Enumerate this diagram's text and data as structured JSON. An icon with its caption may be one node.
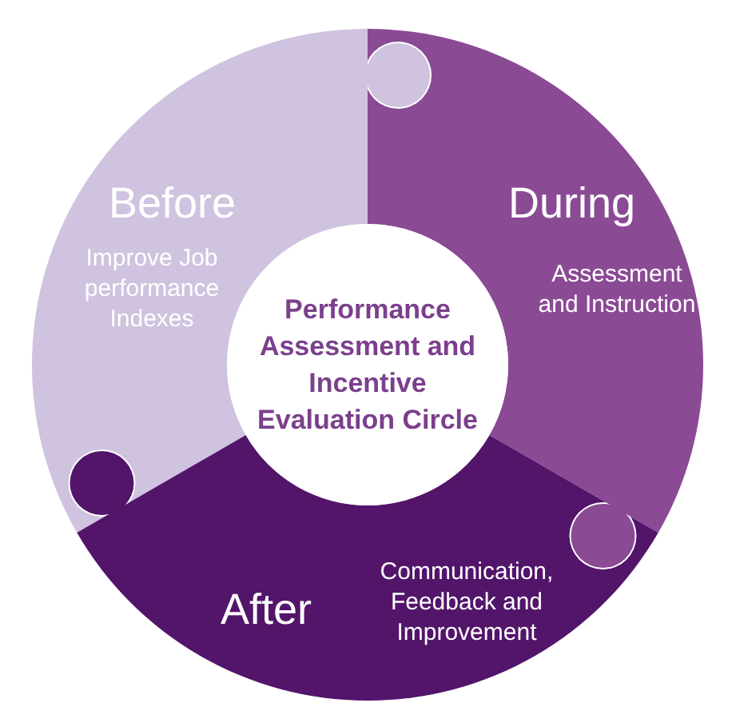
{
  "diagram": {
    "nodes": [
      {
        "text": [
          "Performance Assessment and Incentive Evaluation Circle"
        ]
      },
      {
        "text": [
          "Before",
          "Improve Job performance Indexes"
        ]
      },
      {
        "text": [
          "During",
          "Assessment and Instruction"
        ]
      },
      {
        "text": [
          "After",
          "Communication, Feedback and Improvement"
        ]
      }
    ],
    "edges": []
  }
}
